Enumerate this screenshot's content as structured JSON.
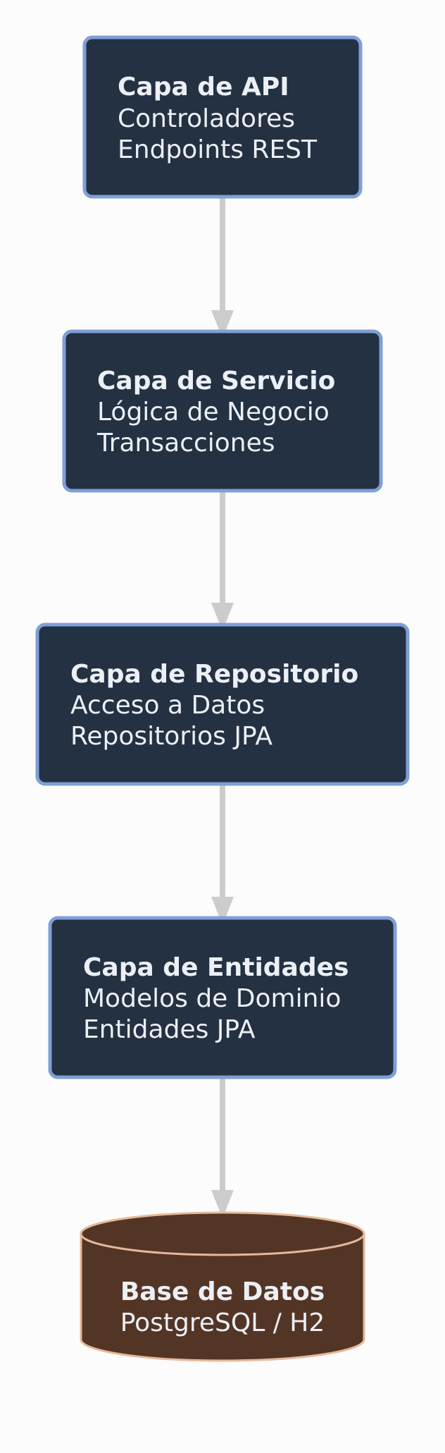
{
  "nodes": [
    {
      "id": "api",
      "title": "Capa de API",
      "lines": [
        "Controladores",
        "Endpoints REST"
      ]
    },
    {
      "id": "service",
      "title": "Capa de Servicio",
      "lines": [
        "Lógica de Negocio",
        "Transacciones"
      ]
    },
    {
      "id": "repository",
      "title": "Capa de Repositorio",
      "lines": [
        "Acceso a Datos",
        "Repositorios JPA"
      ]
    },
    {
      "id": "entities",
      "title": "Capa de Entidades",
      "lines": [
        "Modelos de Dominio",
        "Entidades JPA"
      ]
    }
  ],
  "database": {
    "title": "Base de Datos",
    "line": "PostgreSQL / H2"
  },
  "colors": {
    "box_fill": "#233142",
    "box_border": "#7f9fd6",
    "text": "#eceff4",
    "arrow": "#cccccc",
    "db_fill": "#533526",
    "db_border": "#e6b89c"
  }
}
